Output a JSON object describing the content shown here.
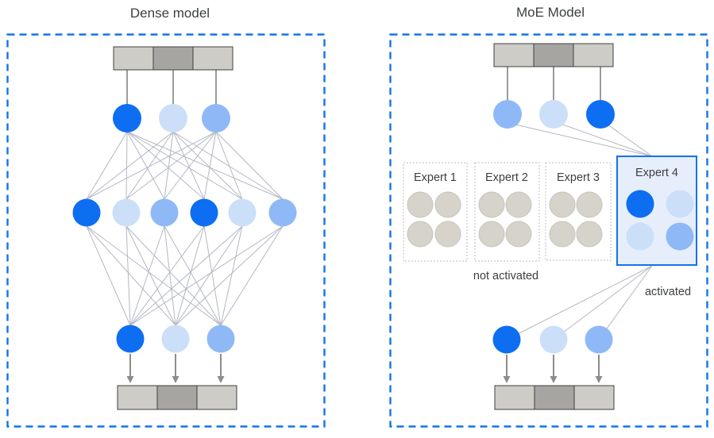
{
  "palette": {
    "node_dark": "#0d6ef2",
    "node_medium": "#8fb9f6",
    "node_light": "#cbdff9",
    "expert_node_fill": "#d6d4ca",
    "expert_node_stroke": "#c6c4ba",
    "bar_light": "#cdccc6",
    "bar_dark": "#a6a5a2",
    "bar_stroke": "#404040",
    "mesh_line": "#b4b7c3",
    "connector_gray": "#9b9b9b",
    "arrow_gray": "#8c8c8c",
    "panel_border_blue": "#1473e6",
    "expert_box_stroke": "#bcbcbc",
    "expert4_fill": "#e7eefb",
    "expert4_stroke": "#1473e6"
  },
  "left_panel": {
    "title": "Dense model"
  },
  "right_panel": {
    "title": "MoE Model",
    "experts": [
      {
        "label": "Expert 1",
        "state": "not activated"
      },
      {
        "label": "Expert 2",
        "state": "not activated"
      },
      {
        "label": "Expert 3",
        "state": "not activated"
      },
      {
        "label": "Expert 4",
        "state": "activated"
      }
    ],
    "not_activated_label": "not activated",
    "activated_label": "activated"
  }
}
